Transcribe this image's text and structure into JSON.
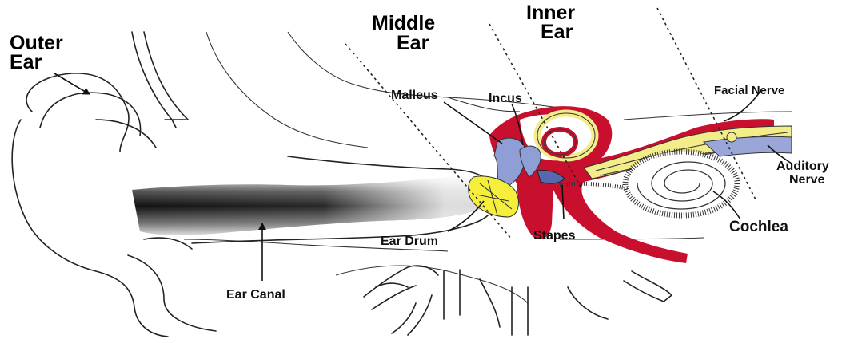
{
  "sections": {
    "outer": [
      "Outer",
      "Ear"
    ],
    "middle": [
      "Middle",
      "Ear"
    ],
    "inner": [
      "Inner",
      "Ear"
    ]
  },
  "labels": {
    "malleus": "Malleus",
    "incus": "Incus",
    "facial_nerve": "Facial Nerve",
    "auditory_nerve": [
      "Auditory",
      "Nerve"
    ],
    "cochlea": "Cochlea",
    "stapes": "Stapes",
    "ear_drum": "Ear Drum",
    "ear_canal": "Ear Canal"
  },
  "colors": {
    "bone_red": "#c8102e",
    "nerve_yellow": "#f3ec8a",
    "drum_yellow": "#f5ef3c",
    "ossicle_blue": "#8f9fd6",
    "canal_shadow": "#3a3a3a"
  }
}
